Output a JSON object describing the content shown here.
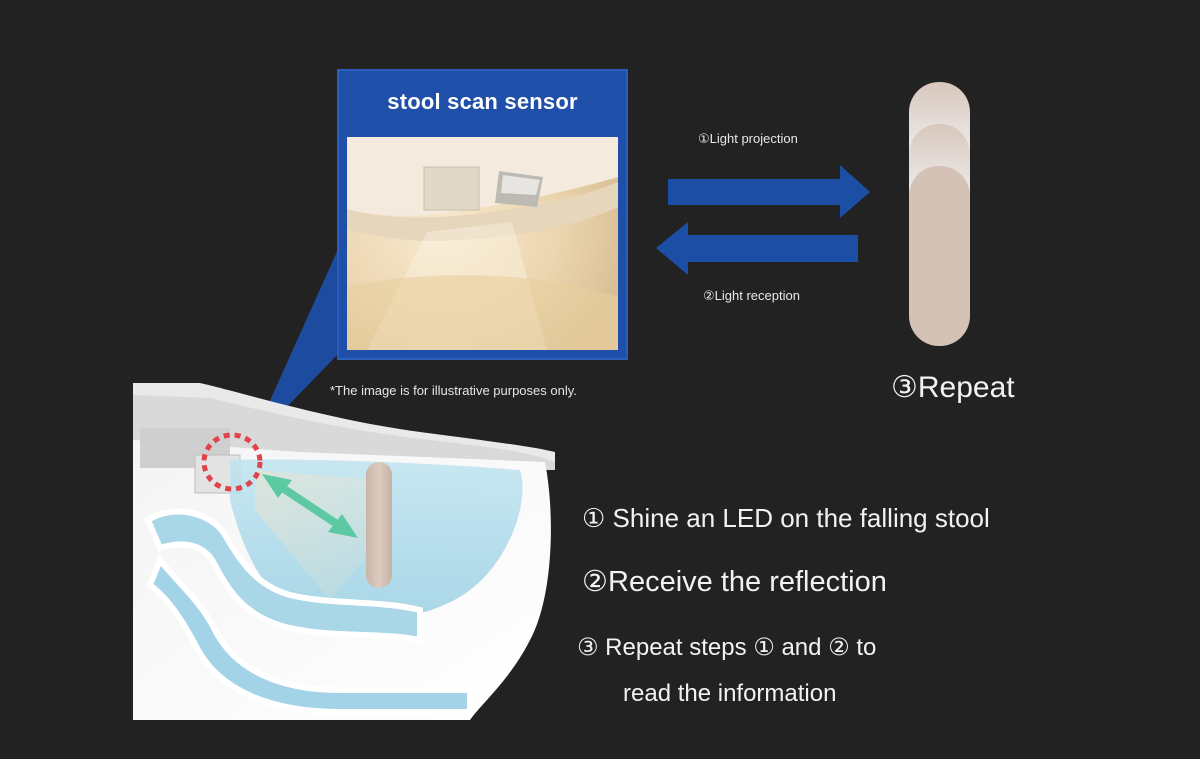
{
  "sensor": {
    "title": "stool scan sensor"
  },
  "disclaimer": "*The image is for illustrative purposes only.",
  "arrows": {
    "projection_label": "①Light projection",
    "reception_label": "②Light reception"
  },
  "repeat_label": "③Repeat",
  "steps": {
    "step1": "① Shine an LED on the falling stool",
    "step2": "②Receive the reflection",
    "step3_line1": "③ Repeat steps ① and ② to",
    "step3_line2": "read the information"
  },
  "colors": {
    "background": "#222222",
    "panel_blue": "#1f4fa8",
    "arrow_blue": "#1d4ea6",
    "water_blue": "#9fd3e6",
    "stool_beige": "#d2bfb3",
    "highlight_red": "#e0444a",
    "double_arrow_green": "#5cc9a2"
  }
}
